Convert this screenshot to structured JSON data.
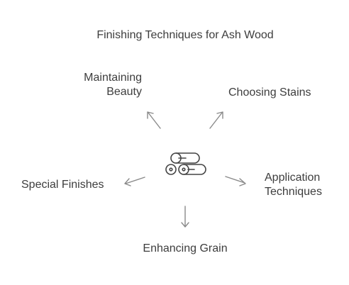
{
  "diagram": {
    "title": "Finishing Techniques for Ash Wood",
    "center_icon": "logs-icon",
    "branches": [
      {
        "label": "Maintaining\nBeauty"
      },
      {
        "label": "Choosing Stains"
      },
      {
        "label": "Special Finishes"
      },
      {
        "label": "Application\nTechniques"
      },
      {
        "label": "Enhancing Grain"
      }
    ]
  },
  "colors": {
    "text": "#3d3d3d",
    "stroke": "#8a8a8a",
    "icon": "#444444"
  }
}
